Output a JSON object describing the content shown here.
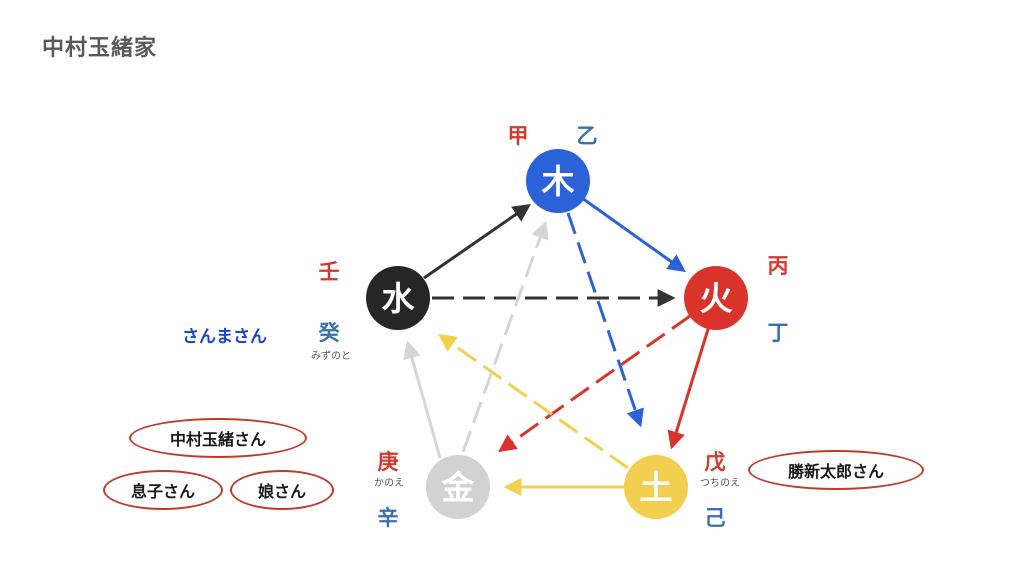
{
  "title": "中村玉緒家",
  "elements": {
    "wood": {
      "char": "木",
      "color": "#2c62d8"
    },
    "fire": {
      "char": "火",
      "color": "#d9332b"
    },
    "earth": {
      "char": "土",
      "color": "#f2cf4f"
    },
    "metal": {
      "char": "金",
      "color": "#d2d2d2"
    },
    "water": {
      "char": "水",
      "color": "#262626"
    }
  },
  "stems": {
    "kinoe": "甲",
    "kinoto": "乙",
    "hinoe": "丙",
    "hinoto": "丁",
    "tsuchinoe": "戊",
    "tsuchinoe_reading": "つちのえ",
    "tsuchinoto": "己",
    "kanoe": "庚",
    "kanoe_reading": "かのえ",
    "kanoto": "辛",
    "mizunoe": "壬",
    "mizunoto": "癸",
    "mizunoto_reading": "みずのと"
  },
  "stem_colors": {
    "yang": "#d13a2e",
    "yin": "#3a6fb0"
  },
  "people": {
    "sanma": "さんまさん",
    "tamao": "中村玉緒さん",
    "son": "息子さん",
    "daughter": "娘さん",
    "shintaro": "勝新太郎さん"
  },
  "accent_colors": {
    "pill_border": "#c0392b",
    "note_blue": "#1a44c8"
  }
}
